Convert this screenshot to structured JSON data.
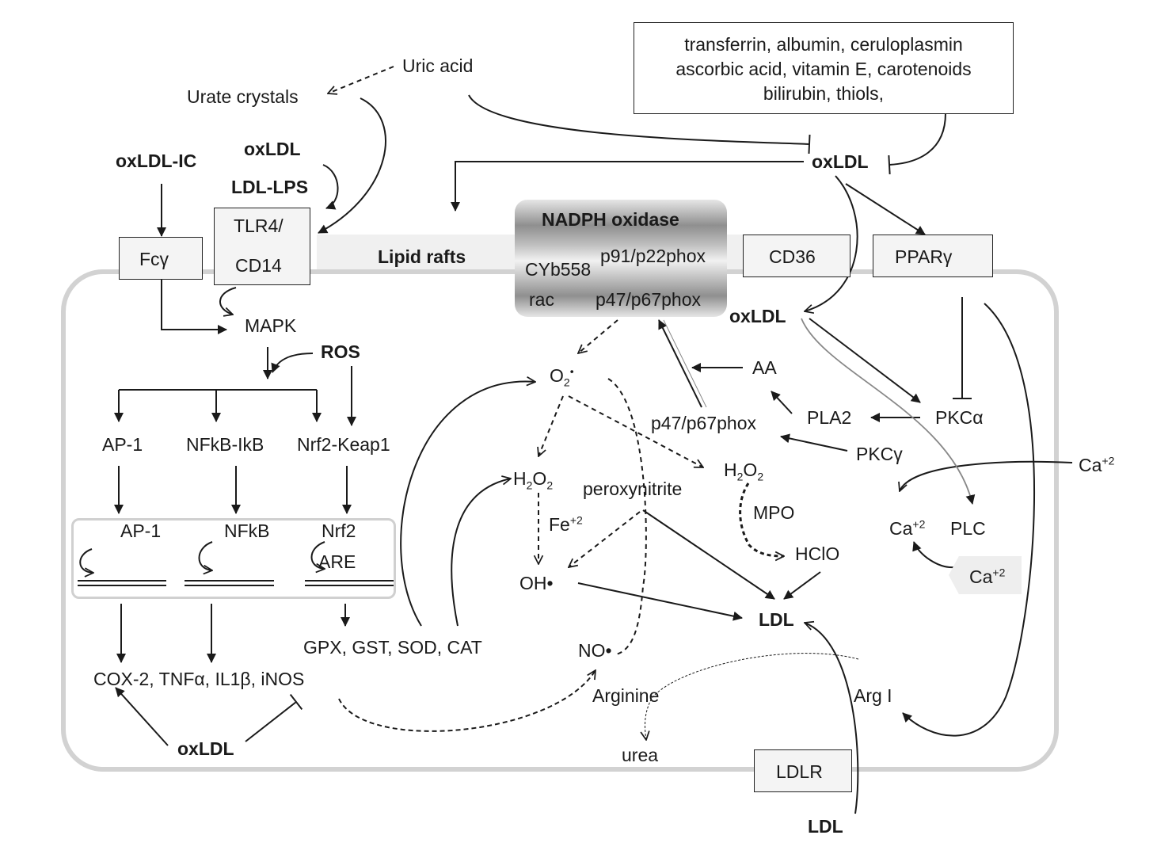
{
  "antioxidants": {
    "line1": "transferrin, albumin, ceruloplasmin",
    "line2": "ascorbic acid, vitamin E, carotenoids",
    "line3": "bilirubin, thiols,"
  },
  "nadph": {
    "title": "NADPH oxidase",
    "cyb": "CYb558",
    "p91": "p91/p22phox",
    "rac": "rac",
    "p47": "p47/p67phox"
  },
  "labels": {
    "uric_acid": "Uric acid",
    "urate_crystals": "Urate crystals",
    "oxldl_ic": "oxLDL-IC",
    "oxldl_top": "oxLDL",
    "ldl_lps": "LDL-LPS",
    "oxldl_right": "oxLDL",
    "lipid_rafts": "Lipid rafts",
    "fcy": "Fcγ",
    "tlr4": "TLR4/",
    "cd14": "CD14",
    "cd36": "CD36",
    "ppar": "PPARγ",
    "mapk": "MAPK",
    "ros": "ROS",
    "o2_base": "O",
    "o2_sub": "2",
    "o2_rad": "•",
    "oxldl_in": "oxLDL",
    "aa": "AA",
    "ap1": "AP-1",
    "nfkb_ikb": "NFkB-IkB",
    "nrf2_keap1": "Nrf2-Keap1",
    "pla2": "PLA2",
    "pkca": "PKCα",
    "p47_cyt": "p47/p67phox",
    "pkcy": "PKCγ",
    "h2o2_left": "H2O2",
    "peroxynitrite": "peroxynitrite",
    "h2o2_right": "H2O2",
    "ca_out": "Ca+2",
    "ap1_nuc": "AP-1",
    "nfkb_nuc": "NFkB",
    "nrf2_nuc": "Nrf2",
    "are": "ARE",
    "fe": "Fe+2",
    "mpo": "MPO",
    "ca_in": "Ca+2",
    "plc": "PLC",
    "hclo": "HClO",
    "ca_store": "Ca+2",
    "oh": "OH•",
    "ldl_in": "LDL",
    "gpx": "GPX, GST, SOD, CAT",
    "no": "NO•",
    "cox2": "COX-2, TNFα, IL1β, iNOS",
    "arginine": "Arginine",
    "arg1": "Arg I",
    "oxldl_bottom": "oxLDL",
    "urea": "urea",
    "ldlr": "LDLR",
    "ldl_out": "LDL"
  }
}
